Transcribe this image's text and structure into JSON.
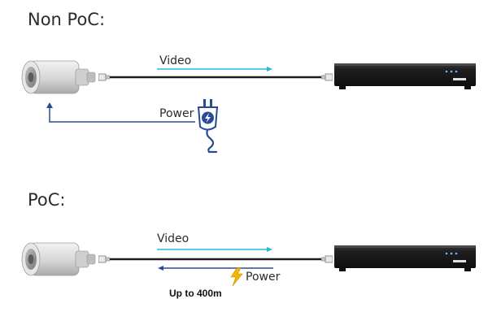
{
  "sections": {
    "non_poc": {
      "title": "Non PoC:",
      "video_label": "Video",
      "power_label": "Power"
    },
    "poc": {
      "title": "PoC:",
      "video_label": "Video",
      "power_label": "Power",
      "distance_label": "Up to 400m"
    }
  },
  "colors": {
    "video_arrow": "#29b6e6",
    "power_arrow": "#2b4a96",
    "cable": "#1c1c1c",
    "nvr_body": "#1d1d1f",
    "camera_body": "#d9d9d9",
    "bolt": "#f2b705"
  },
  "icons": [
    "camera-icon",
    "nvr-icon",
    "power-adapter-icon",
    "lightning-bolt-icon"
  ]
}
